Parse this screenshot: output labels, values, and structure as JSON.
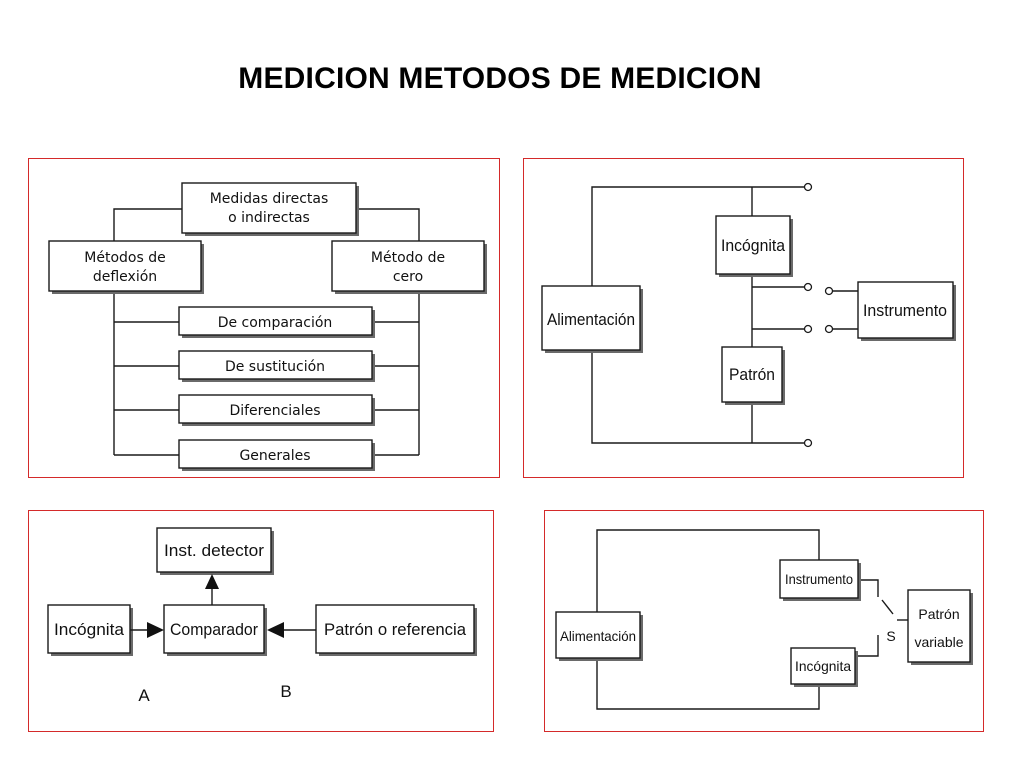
{
  "title": "MEDICION METODOS DE MEDICION",
  "colors": {
    "panel_border": "#d42a2a",
    "line": "#1a1a1a",
    "shadow": "#6a6a6a"
  },
  "panel1": {
    "top_box": [
      "Medidas directas",
      "o indirectas"
    ],
    "left_box": [
      "Métodos de",
      "deflexión"
    ],
    "right_box": [
      "Método de",
      "cero"
    ],
    "methods": [
      "De comparación",
      "De sustitución",
      "Diferenciales",
      "Generales"
    ]
  },
  "panel2": {
    "alimentacion": "Alimentación",
    "incognita": "Incógnita",
    "patron": "Patrón",
    "instrumento": "Instrumento"
  },
  "panel3": {
    "detector": "Inst. detector",
    "incognita": "Incógnita",
    "comparador": "Comparador",
    "patron": "Patrón o referencia",
    "label_a": "A",
    "label_b": "B"
  },
  "panel4": {
    "alimentacion": "Alimentación",
    "instrumento": "Instrumento",
    "incognita": "Incógnita",
    "patron_variable": [
      "Patrón",
      "variable"
    ],
    "switch_label": "S"
  }
}
